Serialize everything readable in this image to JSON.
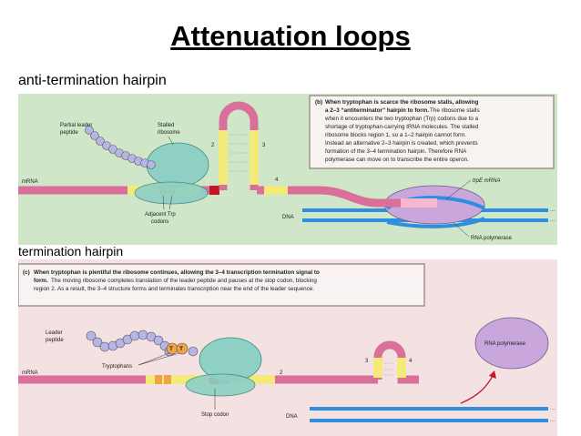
{
  "title": "Attenuation loops",
  "sections": {
    "anti_termination": {
      "heading": "anti-termination hairpin",
      "caption": {
        "label": "(b)",
        "lead": "When tryptophan is scarce the ribosome stalls, allowing",
        "lead2": "a 2–3 “antiterminator” hairpin to form.",
        "lines": [
          "The ribosome stalls",
          "when it encounters the two tryptophan (Trp) codons due to a",
          "shortage of tryptophan-carrying tRNA molecules. The stalled",
          "ribosome blocks region 1, so a 1–2 hairpin cannot form.",
          "Instead an alternative 2–3 hairpin is created, which prevents",
          "formation of the 3–4 termination hairpin. Therefore RNA",
          "polymerase can move on to transcribe the entire operon."
        ]
      },
      "labels": {
        "partial_leader_peptide_1": "Partial leader",
        "partial_leader_peptide_2": "peptide",
        "stalled_ribosome_1": "Stalled",
        "stalled_ribosome_2": "ribosome",
        "mrna": "mRNA",
        "adjacent_trp_1": "Adjacent Trp",
        "adjacent_trp_2": "codons",
        "region_2": "2",
        "region_3": "3",
        "region_4": "4",
        "dna": "DNA",
        "trpe_mrna": "trpE mRNA",
        "rna_polymerase": "RNA polymerase"
      }
    },
    "termination": {
      "heading": "termination hairpin",
      "caption": {
        "label": "(c)",
        "lead": "When tryptophan is plentiful the ribosome continues, allowing the 3–4 transcription termination signal to",
        "lead2": "form.",
        "lines": [
          "The moving ribosome completes translation of the leader peptide and pauses at the stop codon, blocking",
          "region 2. As a result, the 3–4 structure forms and terminates transcription near the end of the leader sequence."
        ]
      },
      "labels": {
        "leader_peptide_1": "Leader",
        "leader_peptide_2": "peptide",
        "trp_1": "T",
        "trp_2": "T",
        "tryptophans": "Tryptophans",
        "mrna": "mRNA",
        "region_2": "2",
        "region_3": "3",
        "region_4": "4",
        "stop_codon": "Stop codon",
        "dna": "DNA",
        "rna_polymerase": "RNA polymerase"
      }
    }
  },
  "colors": {
    "panel_b_bg": "#cfe6c8",
    "panel_c_bg": "#f4e1e1",
    "mrna_pink": "#d9709a",
    "region_yellow": "#f3ea7a",
    "trp_orange": "#f0a348",
    "stop_red": "#c4162b",
    "ribosome_teal": "#8fd0c4",
    "dna_blue": "#2f8ee0",
    "peptide_lavender": "#b7b4e6",
    "polymerase_purple": "#c9a6dc"
  }
}
